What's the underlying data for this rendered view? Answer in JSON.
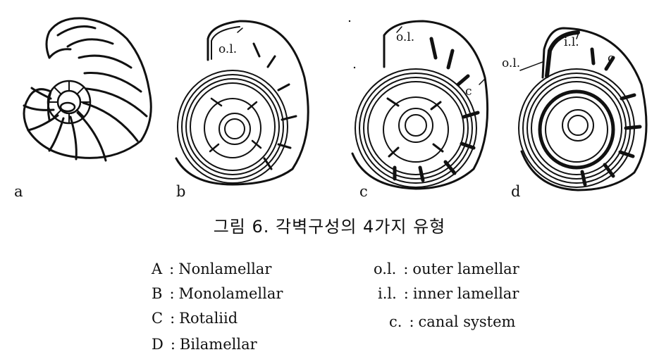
{
  "panels": [
    {
      "letter": "a"
    },
    {
      "letter": "b",
      "labels": [
        "o.l."
      ]
    },
    {
      "letter": "c",
      "labels": [
        "o.l.",
        "c"
      ]
    },
    {
      "letter": "d",
      "labels": [
        "o.l.",
        "i.l.",
        "c"
      ]
    }
  ],
  "caption": "그림 6. 각벽구성의 4가지 유형",
  "legend_left": [
    {
      "key": "A",
      "sep": ":",
      "text": "Nonlamellar"
    },
    {
      "key": "B",
      "sep": ":",
      "text": "Monolamellar"
    },
    {
      "key": "C",
      "sep": ":",
      "text": "Rotaliid"
    },
    {
      "key": "D",
      "sep": ":",
      "text": "Bilamellar"
    }
  ],
  "legend_right": [
    {
      "key": "o.l.",
      "sep": ":",
      "text": "outer lamellar"
    },
    {
      "key": "i.l.",
      "sep": ":",
      "text": "inner lamellar"
    },
    {
      "key": "c.",
      "sep": ":",
      "text": "canal system"
    }
  ]
}
